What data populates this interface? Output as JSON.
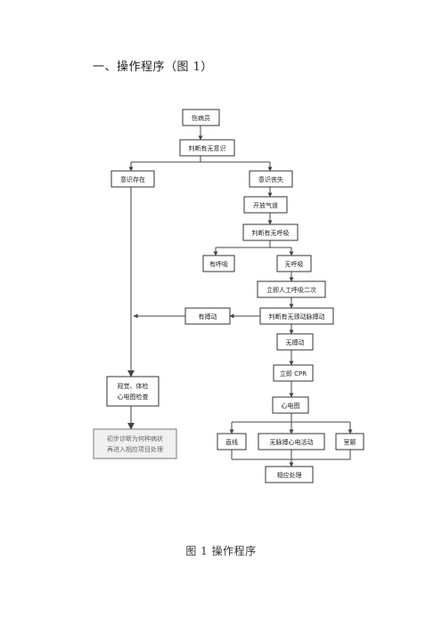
{
  "heading": "一、操作程序（图 1）",
  "caption": "图 1  操作程序",
  "flowchart": {
    "nodes": {
      "injured": "伤病员",
      "judge_consciousness": "判断有无意识",
      "conscious": "意识存在",
      "unconscious": "意识丧失",
      "open_airway": "开放气道",
      "judge_breathing": "判断有无呼吸",
      "breathing": "有呼吸",
      "no_breathing": "无呼吸",
      "rescue_breaths": "立即人工呼吸二次",
      "judge_pulse": "判断有无颈动脉搏动",
      "has_pulse": "有搏动",
      "no_pulse": "无搏动",
      "cpr": "立即 CPR",
      "ecg": "心电图",
      "exam_line1": "观觉、体检",
      "exam_line2": "心电图检查",
      "further_line1": "初步诊断为何种病状",
      "further_line2": "再进入相应项目处理",
      "straight_line": "直线",
      "pea": "无脉搏心电活动",
      "vf": "室颤",
      "treatment": "相应处理"
    }
  }
}
